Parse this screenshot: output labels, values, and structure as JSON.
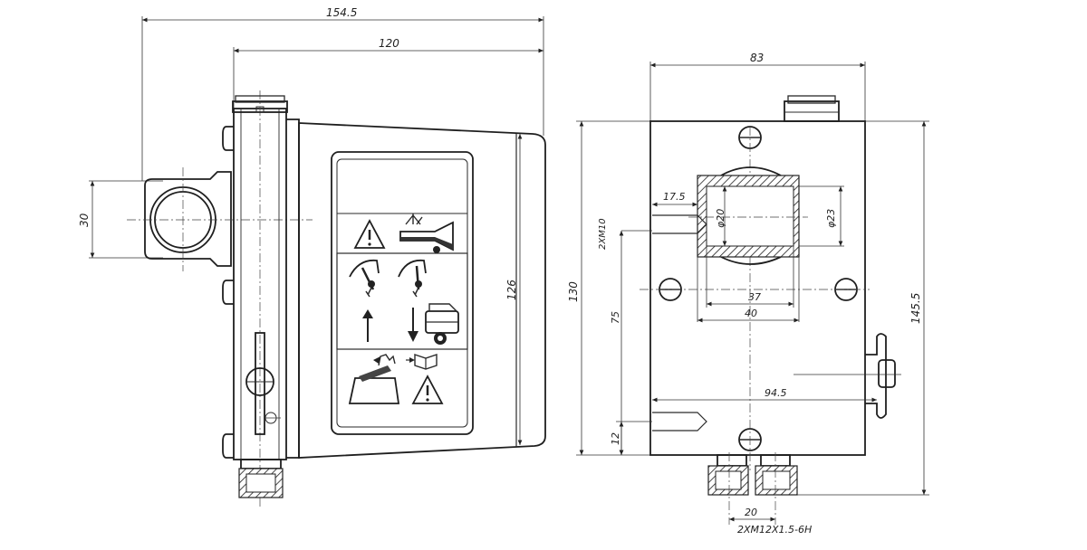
{
  "side_view": {
    "dims": {
      "overall_width": "154.5",
      "body_width": "120",
      "port_height": "30",
      "height": "126"
    }
  },
  "front_view": {
    "dims": {
      "width": "83",
      "height": "130",
      "overall_height": "145.5",
      "thread_depth": "17.5",
      "side_thread": "2XM10",
      "bore_small": "φ20",
      "bore_large": "φ23",
      "inner_width": "37",
      "outer_width": "40",
      "center_height": "75",
      "bottom_offset": "12",
      "handle_reach": "94.5",
      "port_spacing": "20",
      "port_thread": "2XM12X1.5-6H"
    }
  },
  "colors": {
    "line": "#2a2a2a",
    "background": "#ffffff"
  }
}
